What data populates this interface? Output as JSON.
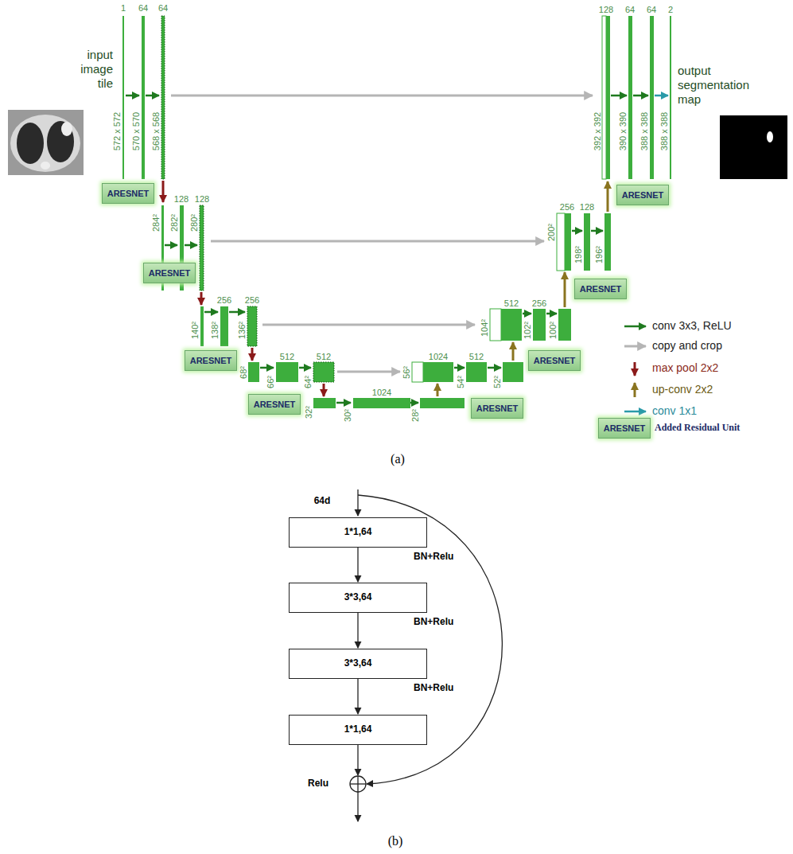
{
  "diagram": {
    "nodes": [
      {
        "text": [
          "ARESNET"
        ]
      },
      {
        "text": [
          "ARESNET"
        ]
      },
      {
        "text": [
          "ARESNET"
        ]
      },
      {
        "text": [
          "ARESNET"
        ]
      },
      {
        "text": [
          "ARESNET"
        ]
      },
      {
        "text": [
          "ARESNET"
        ]
      },
      {
        "text": [
          "ARESNET"
        ]
      },
      {
        "text": [
          "ARESNET"
        ]
      },
      {
        "text": [
          "ARESNET"
        ]
      },
      {
        "text": [
          "1*1,64"
        ]
      },
      {
        "text": [
          "3*3,64"
        ]
      },
      {
        "text": [
          "3*3,64"
        ]
      },
      {
        "text": [
          "1*1,64"
        ]
      }
    ],
    "edges": [
      {
        "from": 9,
        "to": 10,
        "arrow": "to",
        "label": "BN+Relu"
      },
      {
        "from": 10,
        "to": 11,
        "arrow": "to",
        "label": "BN+Relu"
      },
      {
        "from": 11,
        "to": 12,
        "arrow": "to",
        "label": "BN+Relu"
      }
    ],
    "labels": [
      "input image tile",
      "1",
      "64",
      "64",
      "572 x 572",
      "570 x 570",
      "568 x 568",
      "128",
      "128",
      "284²",
      "282²",
      "280²",
      "256",
      "256",
      "140²",
      "138²",
      "136²",
      "512",
      "512",
      "68²",
      "66²",
      "64²",
      "1024",
      "32²",
      "30²",
      "28²",
      "1024",
      "512",
      "56²",
      "54²",
      "52²",
      "512",
      "256",
      "104²",
      "102²",
      "100²",
      "256",
      "128",
      "200²",
      "198²",
      "196²",
      "128",
      "64",
      "64",
      "2",
      "392 x 392",
      "390 x 390",
      "388 x 388",
      "388 x 388",
      "output segmentation map",
      "(a)",
      "64d",
      "Relu",
      "(b)"
    ],
    "legend": [
      {
        "text": "conv 3x3, ReLU"
      },
      {
        "text": "copy and crop"
      },
      {
        "text": "max pool 2x2"
      },
      {
        "text": "up-conv 2x2"
      },
      {
        "text": "conv 1x1"
      },
      {
        "text": "Added Residual Unit"
      }
    ]
  }
}
